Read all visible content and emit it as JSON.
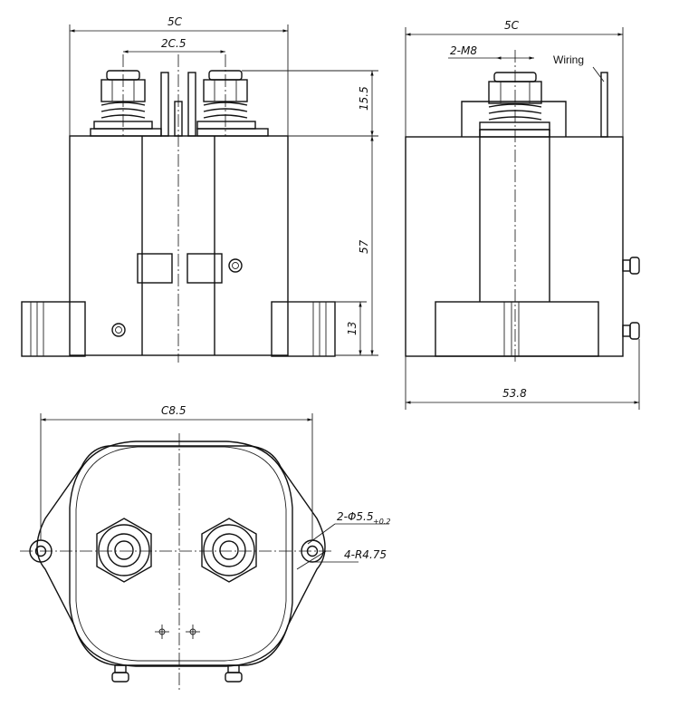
{
  "front_view": {
    "width_label": "5C",
    "terminal_pitch_label": "2C.5",
    "terminal_height_label": "15.5",
    "body_height_label": "57",
    "foot_height_label": "13"
  },
  "side_view": {
    "width_label": "5C",
    "thread_label": "2-M8",
    "wiring_label": "Wiring",
    "overall_width_label": "53.8"
  },
  "top_view": {
    "width_label": "C8.5",
    "hole_label": "2-Φ5.5",
    "hole_tol_label": "+0.2",
    "radius_label": "4-R4.75"
  }
}
